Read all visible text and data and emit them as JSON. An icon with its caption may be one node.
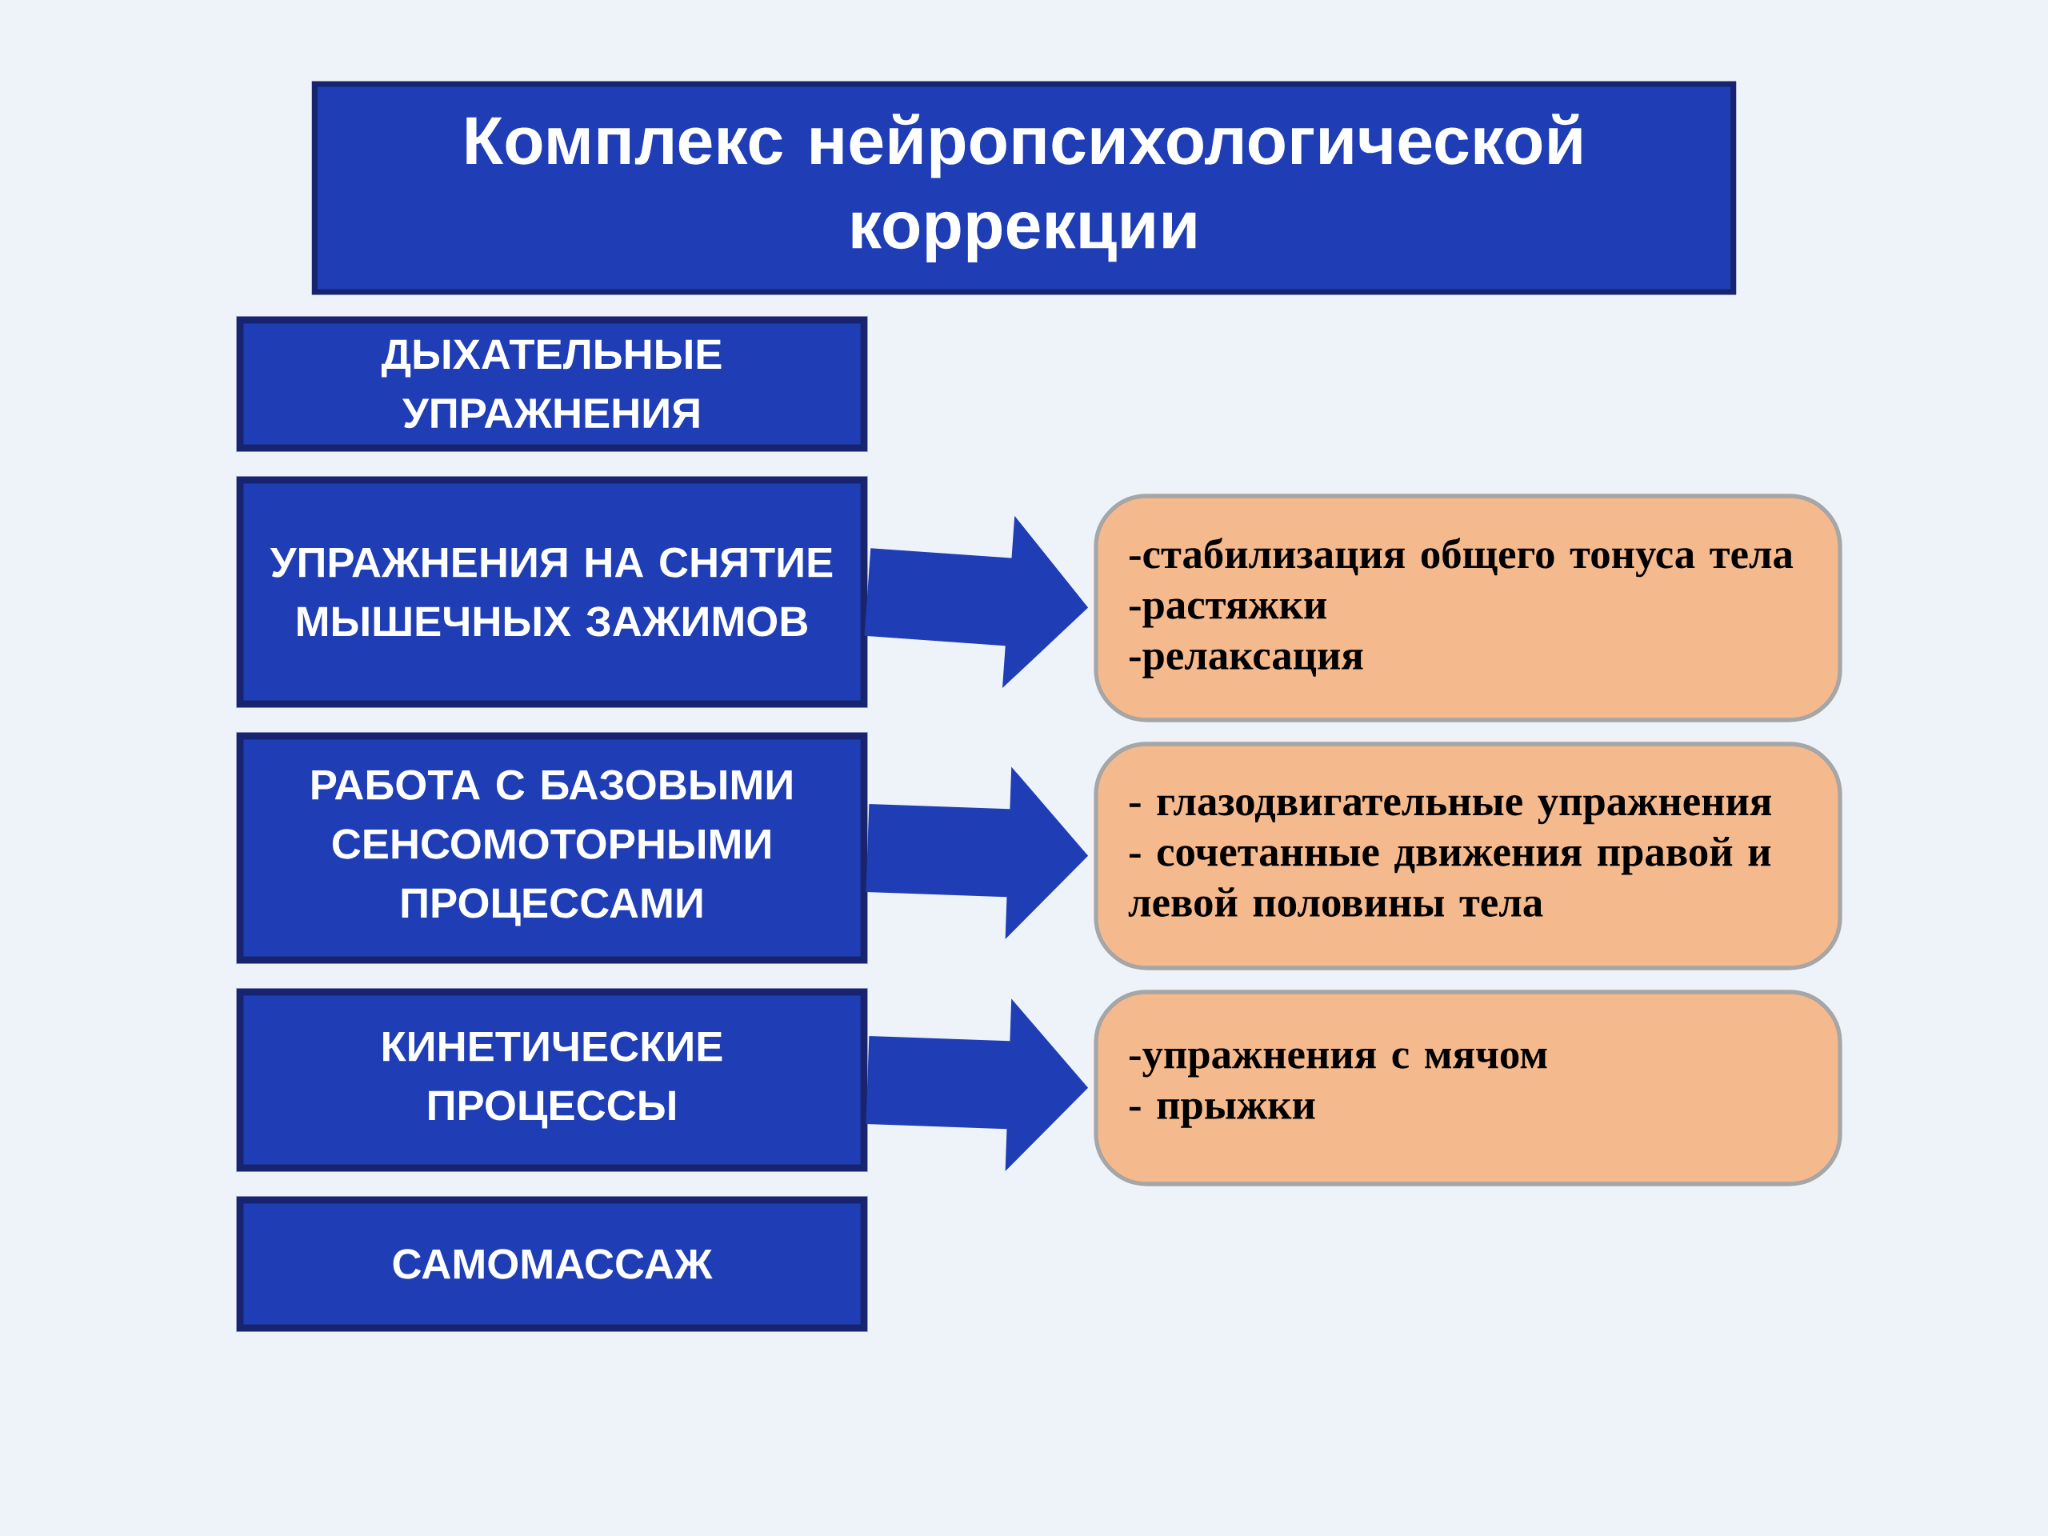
{
  "diagram": {
    "title": "Комплекс нейропсихологической коррекции",
    "nodes": [
      {
        "text": [
          "ДЫХАТЕЛЬНЫЕ УПРАЖНЕНИЯ"
        ]
      },
      {
        "text": [
          "УПРАЖНЕНИЯ НА СНЯТИЕ МЫШЕЧНЫХ ЗАЖИМОВ"
        ]
      },
      {
        "text": [
          "РАБОТА С БАЗОВЫМИ СЕНСОМОТОРНЫМИ ПРОЦЕССАМИ"
        ]
      },
      {
        "text": [
          "КИНЕТИЧЕСКИЕ ПРОЦЕССЫ"
        ]
      },
      {
        "text": [
          "САМОМАССАЖ"
        ]
      },
      {
        "text": [
          "-стабилизация общего тонуса тела",
          "-растяжки",
          "-релаксация"
        ]
      },
      {
        "text": [
          "- глазодвигательные упражнения",
          "- сочетанные движения правой и левой половины тела"
        ]
      },
      {
        "text": [
          "-упражнения с мячом",
          "- прыжки"
        ]
      }
    ],
    "edges": [
      {
        "from": 1,
        "to": 5,
        "arrow": "to"
      },
      {
        "from": 2,
        "to": 6,
        "arrow": "to"
      },
      {
        "from": 3,
        "to": 7,
        "arrow": "to"
      }
    ]
  }
}
